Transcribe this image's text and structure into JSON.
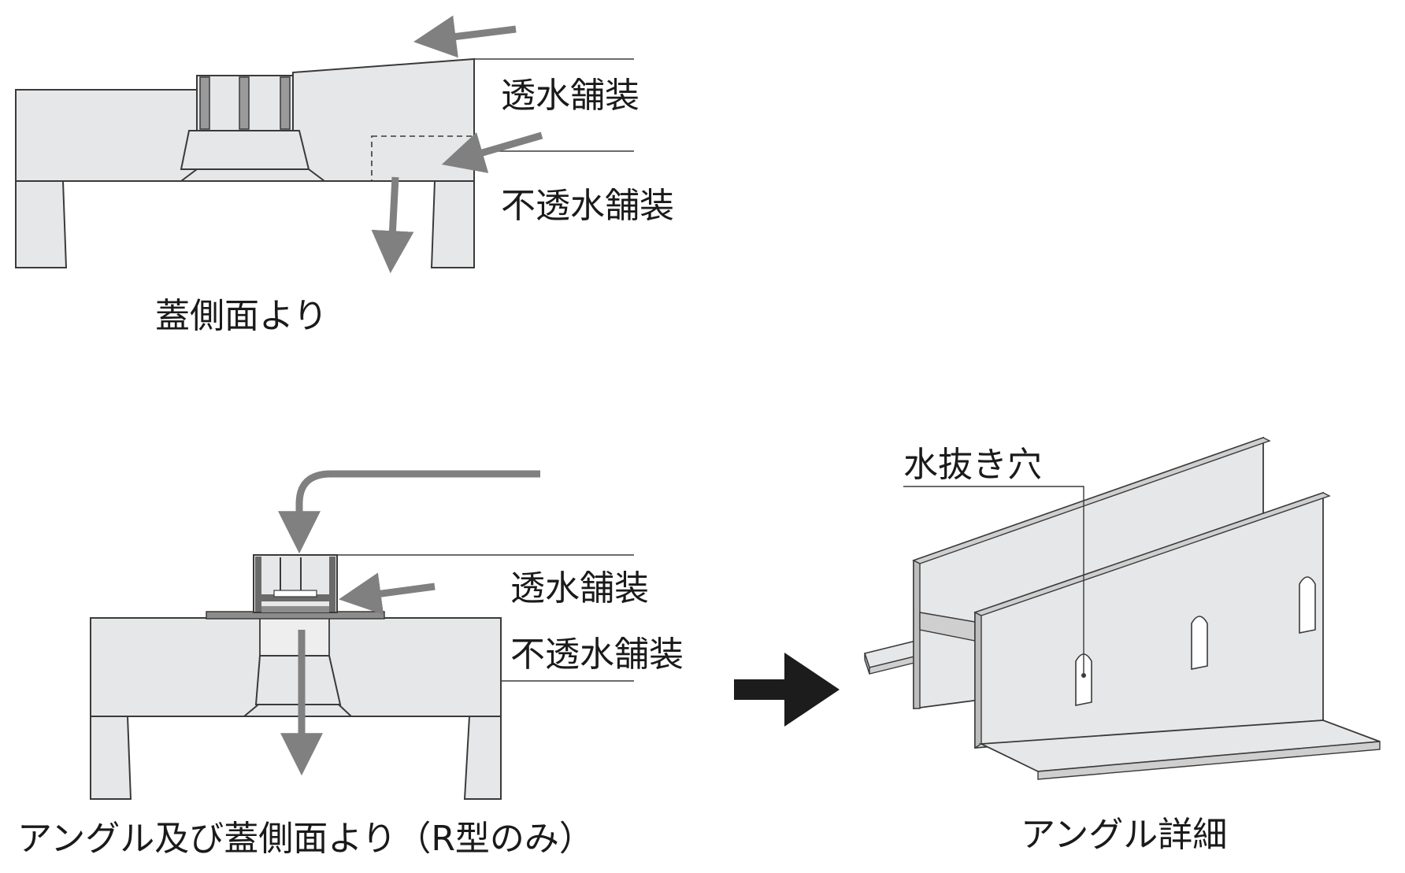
{
  "top_diagram": {
    "label_permeable": "透水舗装",
    "label_impermeable": "不透水舗装",
    "caption": "蓋側面より"
  },
  "bottom_diagram": {
    "label_permeable": "透水舗装",
    "label_impermeable": "不透水舗装",
    "caption": "アングル及び蓋側面より（R型のみ）"
  },
  "angle_detail": {
    "label_drain_hole": "水抜き穴",
    "caption": "アングル詳細"
  },
  "colors": {
    "concrete": "#e6e7e8",
    "outline": "#3a3a3a",
    "arrow": "#808080",
    "grate": "#9a9a9a",
    "grate_dark": "#5a5a5a",
    "big_arrow": "#1c1c1c"
  },
  "icons": {
    "flow_arrow": "arrow-icon",
    "transition_arrow": "right-arrow-icon"
  }
}
